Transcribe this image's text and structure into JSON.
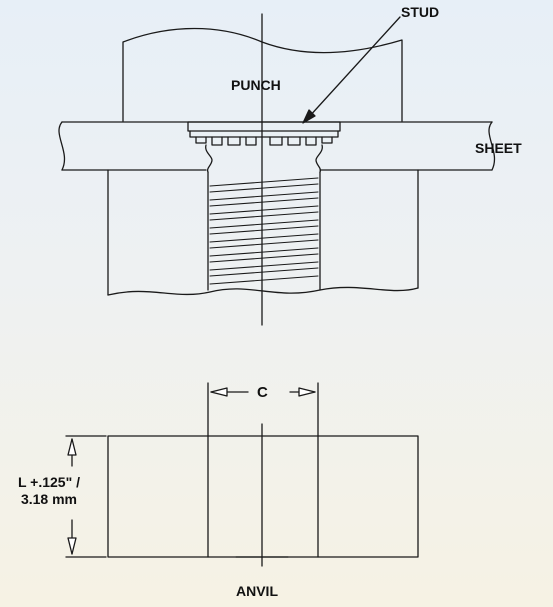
{
  "labels": {
    "stud": "STUD",
    "punch": "PUNCH",
    "sheet": "SHEET",
    "dimension_c": "C",
    "length_line1": "L +.125\" /",
    "length_line2": "3.18 mm",
    "anvil": "ANVIL"
  },
  "colors": {
    "line": "#1a1a1a",
    "background_top": "#e7eff7",
    "background_bottom": "#f6f2e4"
  }
}
